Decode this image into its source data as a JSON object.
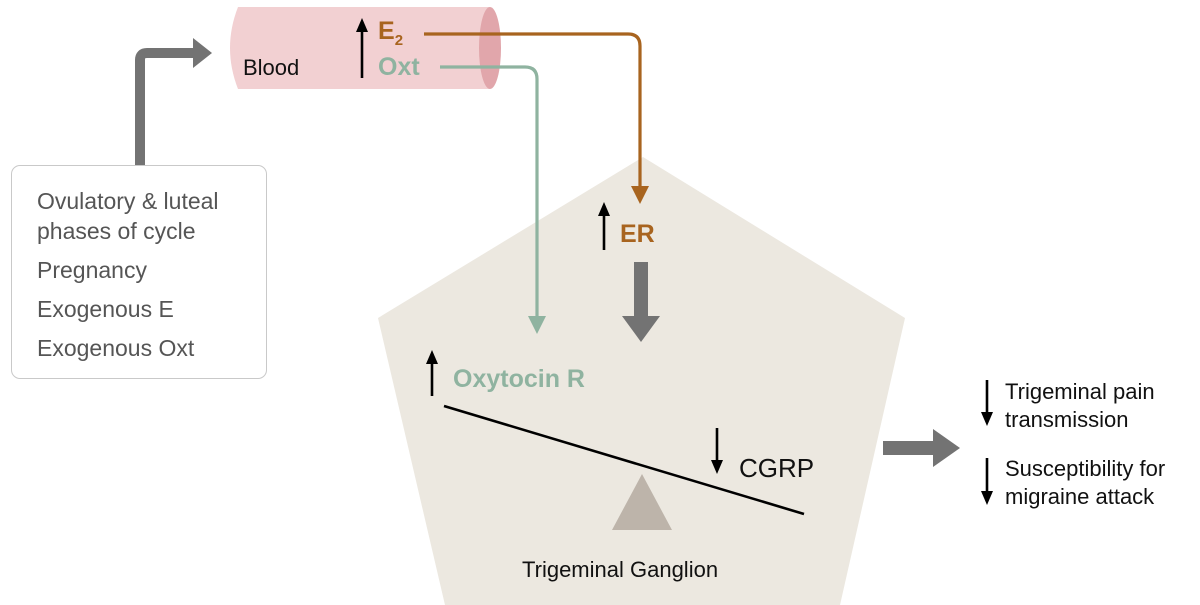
{
  "diagram": {
    "blood": {
      "label": "Blood",
      "e2_label": "E",
      "e2_subscript": "2",
      "oxt_label": "Oxt"
    },
    "triggers": {
      "items": [
        "Ovulatory & luteal",
        "phases of cycle",
        "Pregnancy",
        "Exogenous E",
        "Exogenous Oxt"
      ]
    },
    "ganglion": {
      "er_label": "ER",
      "oxytocin_r_label": "Oxytocin R",
      "cgrp_label": "CGRP",
      "ganglion_label": "Trigeminal Ganglion"
    },
    "outcomes": [
      {
        "line1": "Trigeminal pain",
        "line2": "transmission"
      },
      {
        "line1": "Susceptibility for",
        "line2": "migraine attack"
      }
    ],
    "colors": {
      "estrogen": "#a8641f",
      "oxytocin": "#8fb3a0",
      "blood_vessel": "#f2d0d2",
      "vessel_end": "#e1a6ab",
      "ganglion_fill": "#ece8e0",
      "grey_arrow": "#737373",
      "fulcrum": "#bdb4aa",
      "text_dark": "#111111",
      "text_grey": "#555555"
    }
  }
}
